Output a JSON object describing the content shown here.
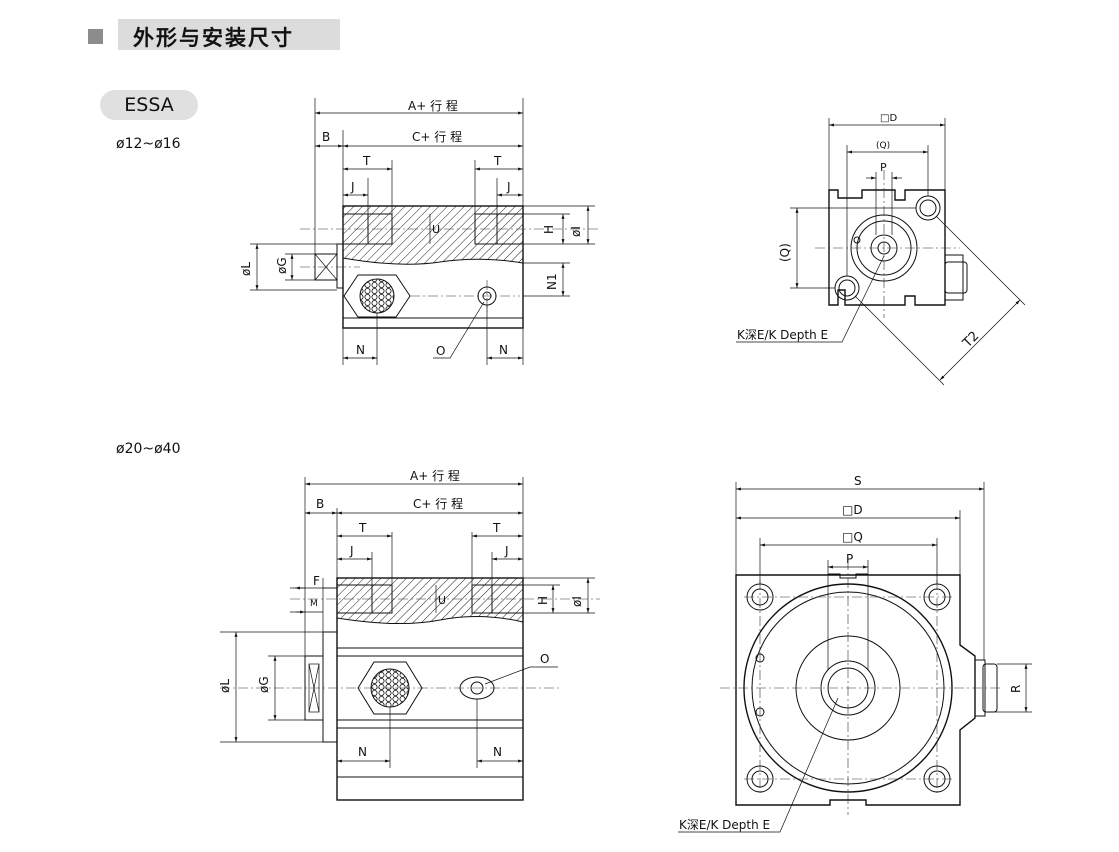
{
  "header": {
    "title": "外形与安装尺寸"
  },
  "model": {
    "name": "ESSA"
  },
  "sections": [
    {
      "size_range": "ø12~ø16"
    },
    {
      "size_range": "ø20~ø40"
    }
  ],
  "labels": {
    "a_stroke": "A+ 行 程",
    "c_stroke": "C+ 行 程",
    "b": "B",
    "t": "T",
    "j": "J",
    "u": "U",
    "h": "H",
    "phi_i": "øI",
    "phi_l": "øL",
    "phi_g": "øG",
    "n1": "N1",
    "n": "N",
    "o": "O",
    "f": "F",
    "m": "M",
    "d_small": "□D",
    "q_small": "(Q)",
    "p": "P",
    "q_side": "(Q)",
    "t2": "T2",
    "k_depth": "K深E/K Depth E",
    "s": "S",
    "d_sq": "□D",
    "q_sq": "□Q",
    "r": "R"
  }
}
